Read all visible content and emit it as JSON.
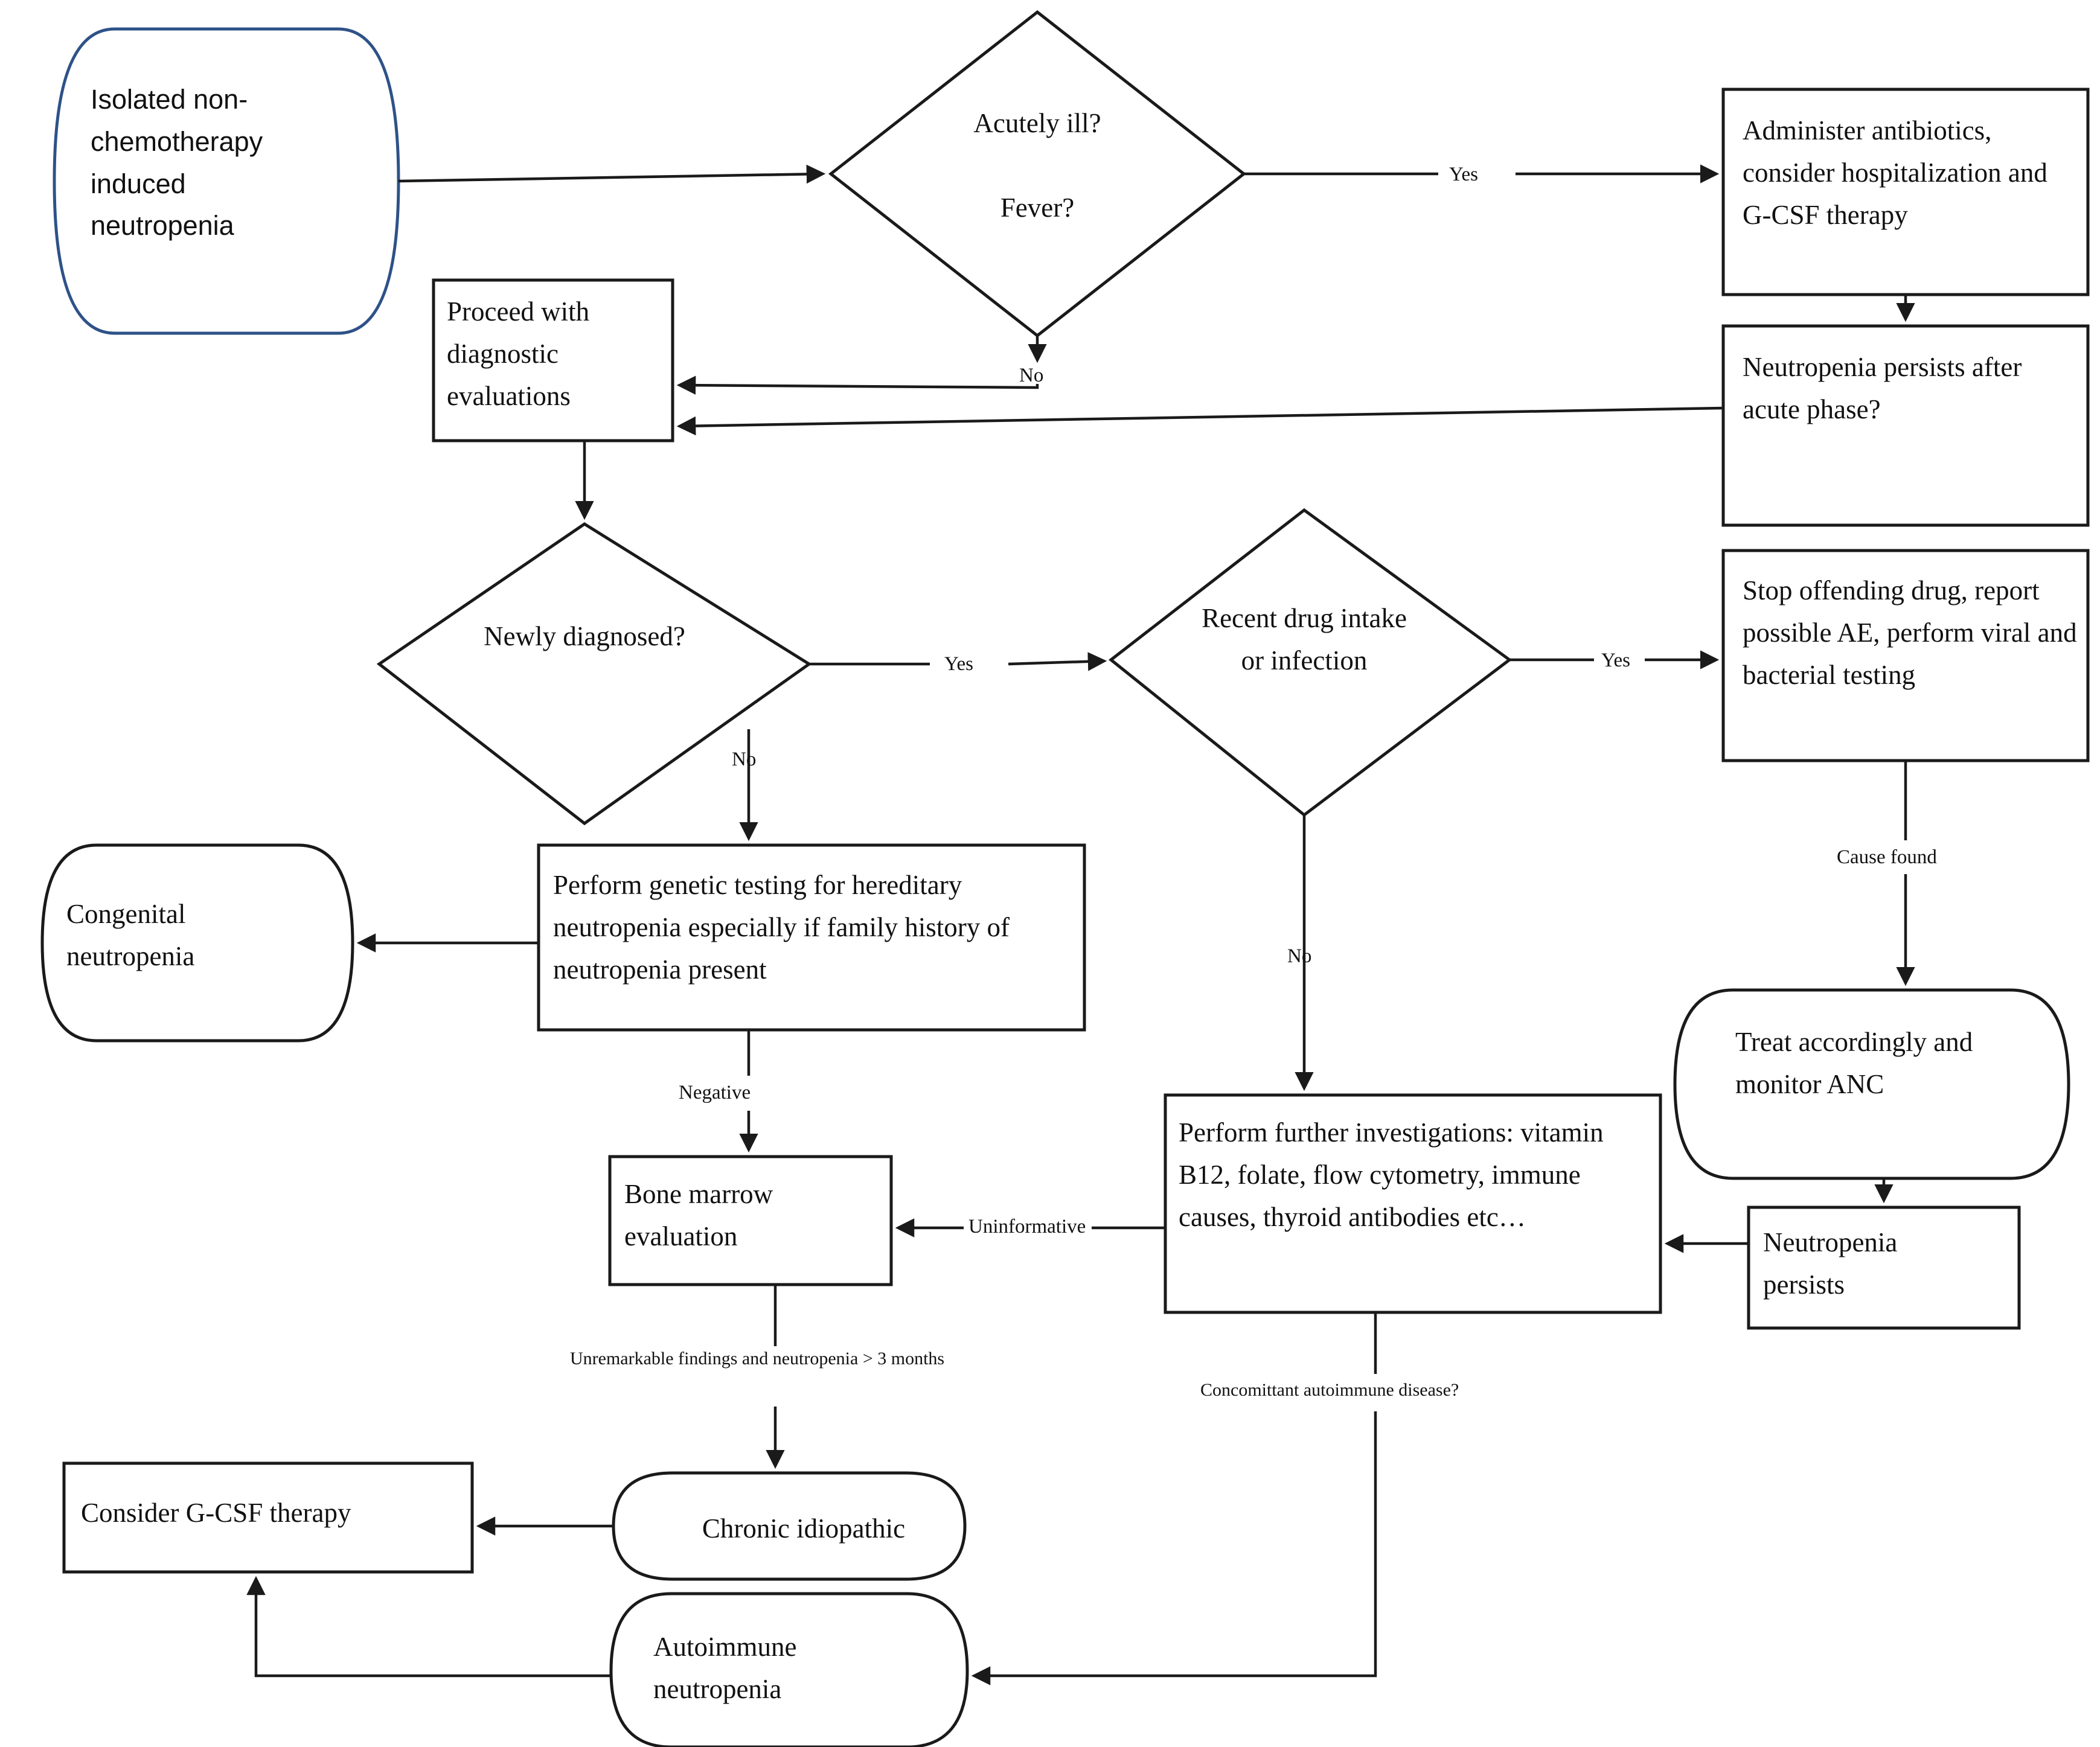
{
  "diagram": {
    "title": "Isolated non-chemotherapy induced neutropenia diagnostic algorithm",
    "type": "flowchart",
    "colors": {
      "start_border": "#2e5288",
      "node_border": "#1a1a1a",
      "node_fill": "#ffffff",
      "edge": "#1a1a1a",
      "text": "#111111",
      "background": "#ffffff"
    },
    "nodes": {
      "start": {
        "label": "Isolated non-chemotherapy induced neutropenia",
        "shape": "rounded-terminal"
      },
      "acutely_ill": {
        "label": "Acutely ill?\n\nFever?",
        "shape": "diamond"
      },
      "administer_abx": {
        "label": "Administer antibiotics, consider hospitalization and G-CSF therapy",
        "shape": "rectangle"
      },
      "persists_acute": {
        "label": "Neutropenia persists after acute phase?",
        "shape": "rectangle"
      },
      "proceed_diag": {
        "label": "Proceed with diagnostic evaluations",
        "shape": "rectangle"
      },
      "newly_diagnosed": {
        "label": "Newly diagnosed?",
        "shape": "diamond"
      },
      "recent_drug": {
        "label": "Recent drug intake or infection",
        "shape": "diamond"
      },
      "stop_drug": {
        "label": "Stop offending drug, report possible AE, perform viral and bacterial testing",
        "shape": "rectangle"
      },
      "congenital": {
        "label": "Congenital neutropenia",
        "shape": "rounded-terminal"
      },
      "genetic_testing": {
        "label": "Perform genetic testing for hereditary neutropenia especially if family history of neutropenia present",
        "shape": "rectangle"
      },
      "treat_monitor": {
        "label": "Treat accordingly and monitor ANC",
        "shape": "rounded-terminal"
      },
      "bone_marrow": {
        "label": "Bone marrow evaluation",
        "shape": "rectangle"
      },
      "further_invest": {
        "label": "Perform further investigations: vitamin B12, folate, flow cytometry, immune causes, thyroid antibodies etc…",
        "shape": "rectangle"
      },
      "neutropenia_persists": {
        "label": "Neutropenia persists",
        "shape": "rectangle"
      },
      "consider_gcsf": {
        "label": "Consider G-CSF therapy",
        "shape": "rectangle"
      },
      "chronic_idiopathic": {
        "label": "Chronic idiopathic",
        "shape": "rounded-terminal"
      },
      "autoimmune": {
        "label": "Autoimmune neutropenia",
        "shape": "rounded-terminal"
      }
    },
    "edge_labels": {
      "acute_yes": "Yes",
      "acute_no": "No",
      "newly_yes": "Yes",
      "newly_no": "No",
      "drug_yes": "Yes",
      "drug_no": "No",
      "cause_found": "Cause found",
      "negative": "Negative",
      "uninformative": "Uninformative",
      "unremarkable": "Unremarkable findings and neutropenia > 3 months",
      "concomittant": "Concomittant autoimmune disease?"
    }
  }
}
